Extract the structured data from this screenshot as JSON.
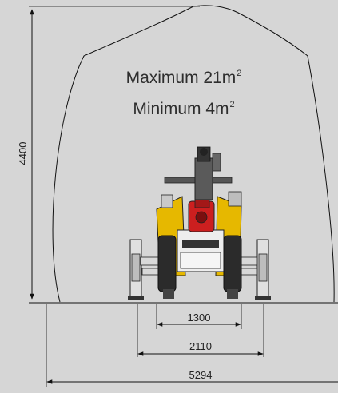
{
  "area_labels": {
    "maximum_text": "Maximum 21m",
    "maximum_exponent": "2",
    "minimum_text": "Minimum 4m",
    "minimum_exponent": "2"
  },
  "dimensions": {
    "height": "4400",
    "track_width": "1300",
    "stabilizer_width": "2110",
    "overall_width": "5294"
  },
  "colors": {
    "background": "#d6d6d6",
    "machine_yellow": "#e6b800",
    "machine_red": "#cc1f1f",
    "machine_dark": "#2b2b2b",
    "line": "#111111"
  }
}
